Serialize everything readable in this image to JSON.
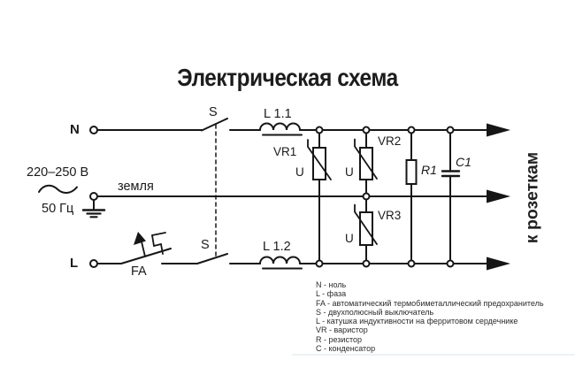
{
  "title": "Электрическая схема",
  "colors": {
    "ink": "#161616",
    "background": "#ffffff"
  },
  "source": {
    "voltage": "220–250 В",
    "frequency": "50 Гц",
    "ground_label": "земля"
  },
  "terminals": {
    "neutral": "N",
    "phase": "L"
  },
  "components": {
    "switch_top": "S",
    "switch_bottom": "S",
    "fuse": "FA",
    "inductor_top": "L 1.1",
    "inductor_bottom": "L 1.2",
    "varistor1": "VR1",
    "varistor2": "VR2",
    "varistor3": "VR3",
    "varistor_u": "U",
    "resistor": "R1",
    "capacitor": "C1"
  },
  "output": {
    "label": "к розеткам"
  },
  "legend": {
    "items": [
      "N - ноль",
      "L - фаза",
      "FA - автоматический термобиметаллический предохранитель",
      "S - двухполюсный выключатель",
      "L - катушка индуктивности на ферритовом сердечнике",
      "VR - варистор",
      "R - резистор",
      "C - конденсатор"
    ]
  }
}
